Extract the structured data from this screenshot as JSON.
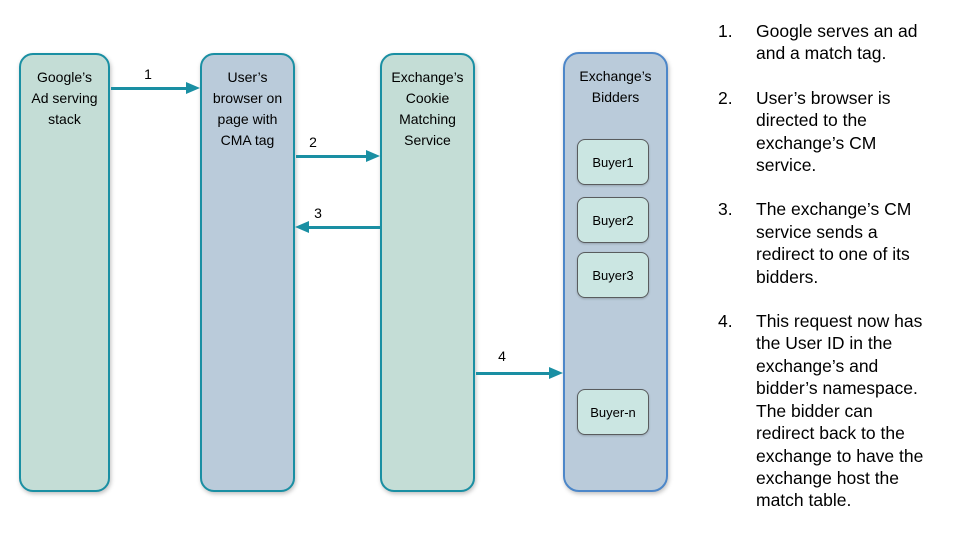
{
  "colors": {
    "teal_border": "#1a8fa3",
    "teal_fill": "#c4ddd6",
    "blue_fill": "#bacbda",
    "blue_border": "#4d87c9",
    "buyer_fill": "#cbe6e2",
    "buyer_border": "#595c5e",
    "arrow": "#1a8fa3",
    "text": "#000000",
    "background": "#ffffff"
  },
  "diagram": {
    "nodes": {
      "google": {
        "label": "Google’s\nAd serving\nstack"
      },
      "browser": {
        "label": "User’s\nbrowser on\npage with\nCMA tag"
      },
      "cm_service": {
        "label": "Exchange’s\nCookie\nMatching\nService"
      },
      "bidders": {
        "label": "Exchange’s\nBidders",
        "buyers": [
          "Buyer1",
          "Buyer2",
          "Buyer3",
          "Buyer-n"
        ]
      }
    },
    "arrows": [
      {
        "label": "1",
        "from": "google",
        "to": "browser",
        "direction": "right"
      },
      {
        "label": "2",
        "from": "browser",
        "to": "cm_service",
        "direction": "right"
      },
      {
        "label": "3",
        "from": "cm_service",
        "to": "browser",
        "direction": "left"
      },
      {
        "label": "4",
        "from": "cm_service",
        "to": "bidders",
        "direction": "right"
      }
    ]
  },
  "notes": {
    "items": [
      {
        "number": "1.",
        "text": "Google serves an ad\nand a match tag."
      },
      {
        "number": "2.",
        "text": "User’s browser is\ndirected to the\nexchange’s CM\nservice."
      },
      {
        "number": "3.",
        "text": "The exchange’s CM\nservice sends a\nredirect to one of its\nbidders."
      },
      {
        "number": "4.",
        "text": "This request now has\nthe User ID in the\nexchange’s and\nbidder’s namespace.\nThe bidder can\nredirect back to the\nexchange to have the\nexchange host the\nmatch table."
      }
    ]
  }
}
